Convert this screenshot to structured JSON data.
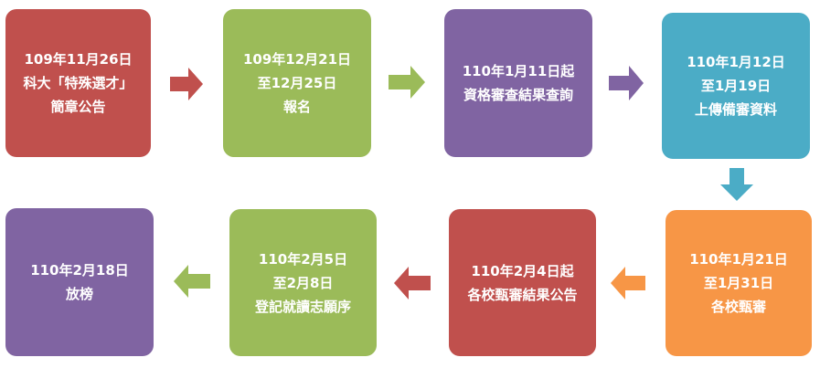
{
  "colors": {
    "red": "#c0504d",
    "green": "#9bbb59",
    "purple": "#8064a2",
    "cyan": "#4bacc6",
    "orange": "#f79646"
  },
  "steps": [
    {
      "lines": [
        "109年11月26日",
        "科大「特殊選才」",
        "簡章公告"
      ],
      "color": "#c0504d"
    },
    {
      "lines": [
        "109年12月21日",
        "至12月25日",
        "報名"
      ],
      "color": "#9bbb59"
    },
    {
      "lines": [
        "110年1月11日起",
        "資格審查結果查詢"
      ],
      "color": "#8064a2"
    },
    {
      "lines": [
        "110年1月12日",
        "至1月19日",
        "上傳備審資料"
      ],
      "color": "#4bacc6"
    },
    {
      "lines": [
        "110年1月21日",
        "至1月31日",
        "各校甄審"
      ],
      "color": "#f79646"
    },
    {
      "lines": [
        "110年2月4日起",
        "各校甄審結果公告"
      ],
      "color": "#c0504d"
    },
    {
      "lines": [
        "110年2月5日",
        "至2月8日",
        "登記就讀志願序"
      ],
      "color": "#9bbb59"
    },
    {
      "lines": [
        "110年2月18日",
        "放榜"
      ],
      "color": "#8064a2"
    }
  ],
  "arrows": [
    {
      "direction": "right",
      "color": "#c0504d"
    },
    {
      "direction": "right",
      "color": "#9bbb59"
    },
    {
      "direction": "right",
      "color": "#8064a2"
    },
    {
      "direction": "down",
      "color": "#4bacc6"
    },
    {
      "direction": "left",
      "color": "#f79646"
    },
    {
      "direction": "left",
      "color": "#c0504d"
    },
    {
      "direction": "left",
      "color": "#9bbb59"
    }
  ]
}
